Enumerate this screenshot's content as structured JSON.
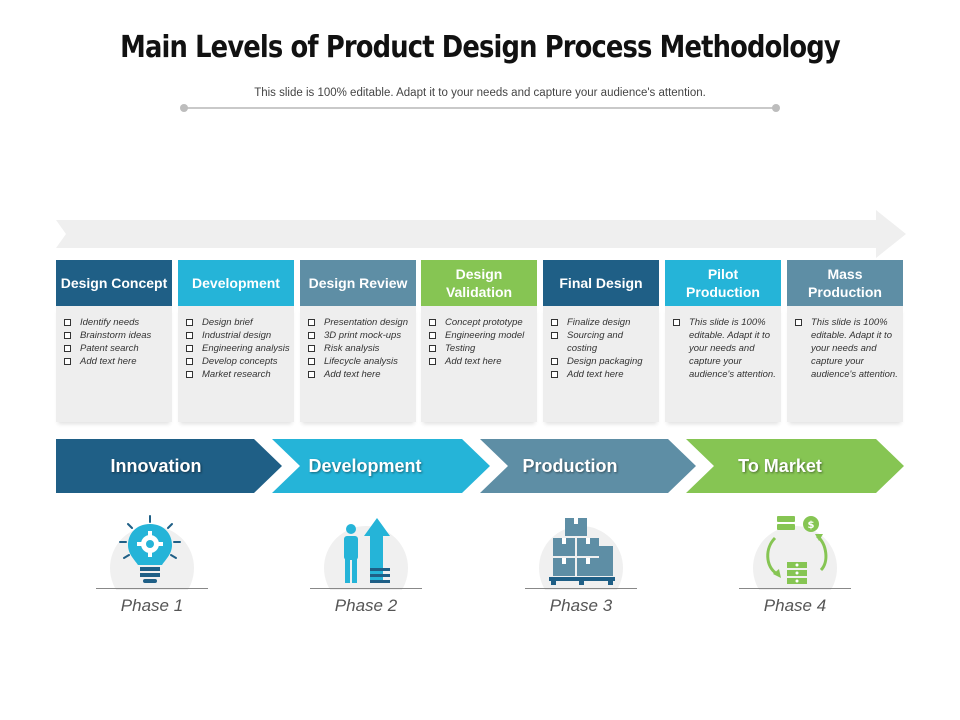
{
  "title": "Main Levels of Product Design Process Methodology",
  "subtitle": "This slide is 100% editable. Adapt it to your needs and capture your audience's attention.",
  "colors": {
    "dark_blue": "#1f5f86",
    "cyan": "#25b4d8",
    "slate": "#5e8ea5",
    "green": "#86c553",
    "arrow_gray": "#efefef"
  },
  "columns": [
    {
      "heading": "Design Concept",
      "color": "#1f5f86",
      "items": [
        "Identify needs",
        "Brainstorm ideas",
        "Patent search",
        "Add text here"
      ]
    },
    {
      "heading": "Development",
      "color": "#25b4d8",
      "items": [
        "Design brief",
        "Industrial design",
        "Engineering analysis",
        "Develop concepts",
        "Market research"
      ]
    },
    {
      "heading": "Design Review",
      "color": "#5e8ea5",
      "items": [
        "Presentation design",
        "3D print mock-ups",
        "Risk analysis",
        "Lifecycle analysis",
        "Add text here"
      ]
    },
    {
      "heading": "Design Validation",
      "color": "#86c553",
      "items": [
        "Concept prototype",
        "Engineering model",
        "Testing",
        "Add text here"
      ]
    },
    {
      "heading": "Final Design",
      "color": "#1f5f86",
      "items": [
        "Finalize design",
        "Sourcing and costing",
        "Design packaging",
        "Add text here"
      ]
    },
    {
      "heading": "Pilot Production",
      "color": "#25b4d8",
      "items": [
        "This slide is 100% editable. Adapt it to your needs and capture your audience's attention."
      ]
    },
    {
      "heading": "Mass Production",
      "color": "#5e8ea5",
      "items": [
        "This slide is 100% editable. Adapt it to your needs and capture your audience's attention."
      ]
    }
  ],
  "stages": [
    {
      "label": "Innovation",
      "color": "#1f5f86"
    },
    {
      "label": "Development",
      "color": "#25b4d8"
    },
    {
      "label": "Production",
      "color": "#5e8ea5"
    },
    {
      "label": "To Market",
      "color": "#86c553"
    }
  ],
  "phases": [
    {
      "label": "Phase 1",
      "icon": "lightbulb-gear-icon"
    },
    {
      "label": "Phase 2",
      "icon": "person-growth-arrow-icon"
    },
    {
      "label": "Phase 3",
      "icon": "stacked-boxes-pallet-icon"
    },
    {
      "label": "Phase 4",
      "icon": "money-cycle-icon"
    }
  ]
}
